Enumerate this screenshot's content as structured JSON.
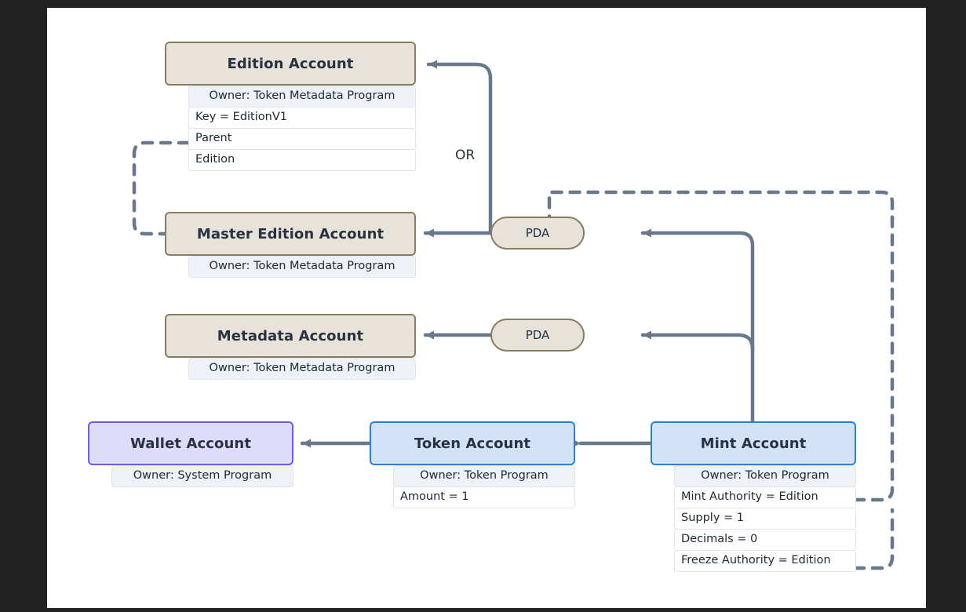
{
  "canvas": {
    "background": "#ffffff",
    "page_background": "#222222"
  },
  "palette": {
    "beige_fill": "#e7e3da",
    "beige_border": "#8a7c5e",
    "blue_fill": "#d2e3f7",
    "blue_border": "#2980d9",
    "purple_fill": "#dfdcfb",
    "purple_border": "#6c5ce7",
    "attr_owner_fill": "#eef2f7",
    "attr_fill": "#ffffff",
    "attr_border": "#dfe6ee",
    "edge_color": "#68798c",
    "text_color": "#293241"
  },
  "nodes": {
    "edition_account": {
      "title": "Edition Account",
      "style": "beige",
      "attrs": [
        {
          "label": "Owner: Token Metadata Program",
          "kind": "owner"
        },
        {
          "label": "Key = EditionV1",
          "kind": "field"
        },
        {
          "label": "Parent",
          "kind": "field"
        },
        {
          "label": "Edition",
          "kind": "field"
        }
      ]
    },
    "master_edition_account": {
      "title": "Master Edition Account",
      "style": "beige",
      "attrs": [
        {
          "label": "Owner: Token Metadata Program",
          "kind": "owner"
        }
      ]
    },
    "metadata_account": {
      "title": "Metadata Account",
      "style": "beige",
      "attrs": [
        {
          "label": "Owner: Token Metadata Program",
          "kind": "owner"
        }
      ]
    },
    "wallet_account": {
      "title": "Wallet Account",
      "style": "purple",
      "attrs": [
        {
          "label": "Owner: System Program",
          "kind": "owner"
        }
      ]
    },
    "token_account": {
      "title": "Token Account",
      "style": "blue",
      "attrs": [
        {
          "label": "Owner: Token Program",
          "kind": "owner"
        },
        {
          "label": "Amount = 1",
          "kind": "field"
        }
      ]
    },
    "mint_account": {
      "title": "Mint Account",
      "style": "blue",
      "attrs": [
        {
          "label": "Owner: Token Program",
          "kind": "owner"
        },
        {
          "label": "Mint Authority = Edition",
          "kind": "field"
        },
        {
          "label": "Supply = 1",
          "kind": "field"
        },
        {
          "label": "Decimals = 0",
          "kind": "field"
        },
        {
          "label": "Freeze Authority = Edition",
          "kind": "field"
        }
      ]
    },
    "pda_edition": {
      "label": "PDA"
    },
    "pda_metadata": {
      "label": "PDA"
    }
  },
  "labels": {
    "or": "OR"
  }
}
